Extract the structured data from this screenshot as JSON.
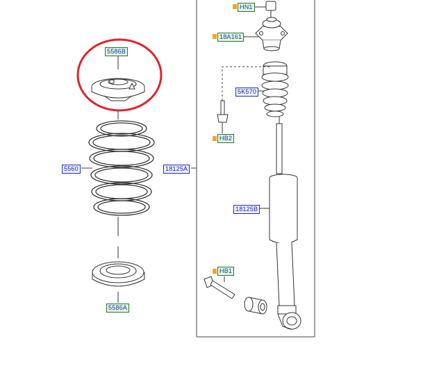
{
  "callouts": {
    "hn1": "HN1",
    "c18a161": "18A161",
    "c5k570": "5K570",
    "hb2": "HB2",
    "c5586b": "5586B",
    "c5560": "5560",
    "c18125a": "18125A",
    "c18125b": "18125B",
    "hb1": "HB1",
    "c5586a": "5586A"
  },
  "colors": {
    "line": "#333333",
    "highlight_circle": "#e0242b",
    "marker": "#f3a51a",
    "green_label_border": "#1d7a2e",
    "blue_label_border": "#2030b0"
  },
  "icons": {
    "spring_seat_upper": "spring-seat-upper-icon",
    "coil_spring": "coil-spring-icon",
    "spring_seat_lower": "spring-seat-lower-icon",
    "strut_mount": "strut-mount-icon",
    "top_nut": "nut-icon",
    "bump_stop": "bump-stop-icon",
    "bolt": "bolt-icon",
    "shock_absorber": "shock-absorber-icon",
    "bushing": "bushing-icon"
  }
}
